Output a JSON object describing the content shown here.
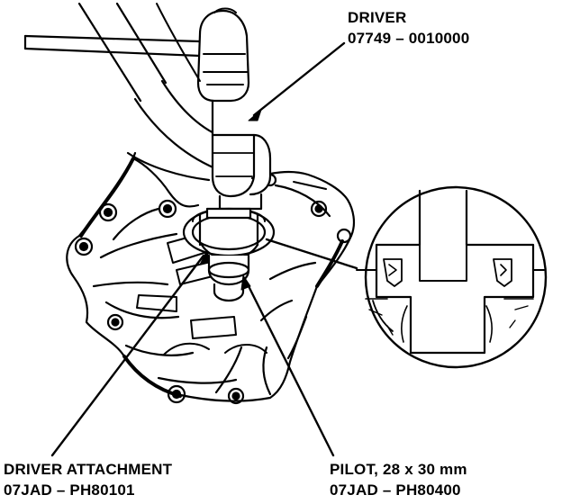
{
  "callouts": {
    "driver": {
      "name": "DRIVER",
      "part_number": "07749 – 0010000"
    },
    "driver_attachment": {
      "name": "DRIVER ATTACHMENT",
      "part_number": "07JAD – PH80101"
    },
    "pilot": {
      "name": "PILOT, 28 x 30 mm",
      "part_number": "07JAD – PH80400"
    }
  },
  "colors": {
    "ink": "#000000",
    "paper": "#ffffff"
  }
}
